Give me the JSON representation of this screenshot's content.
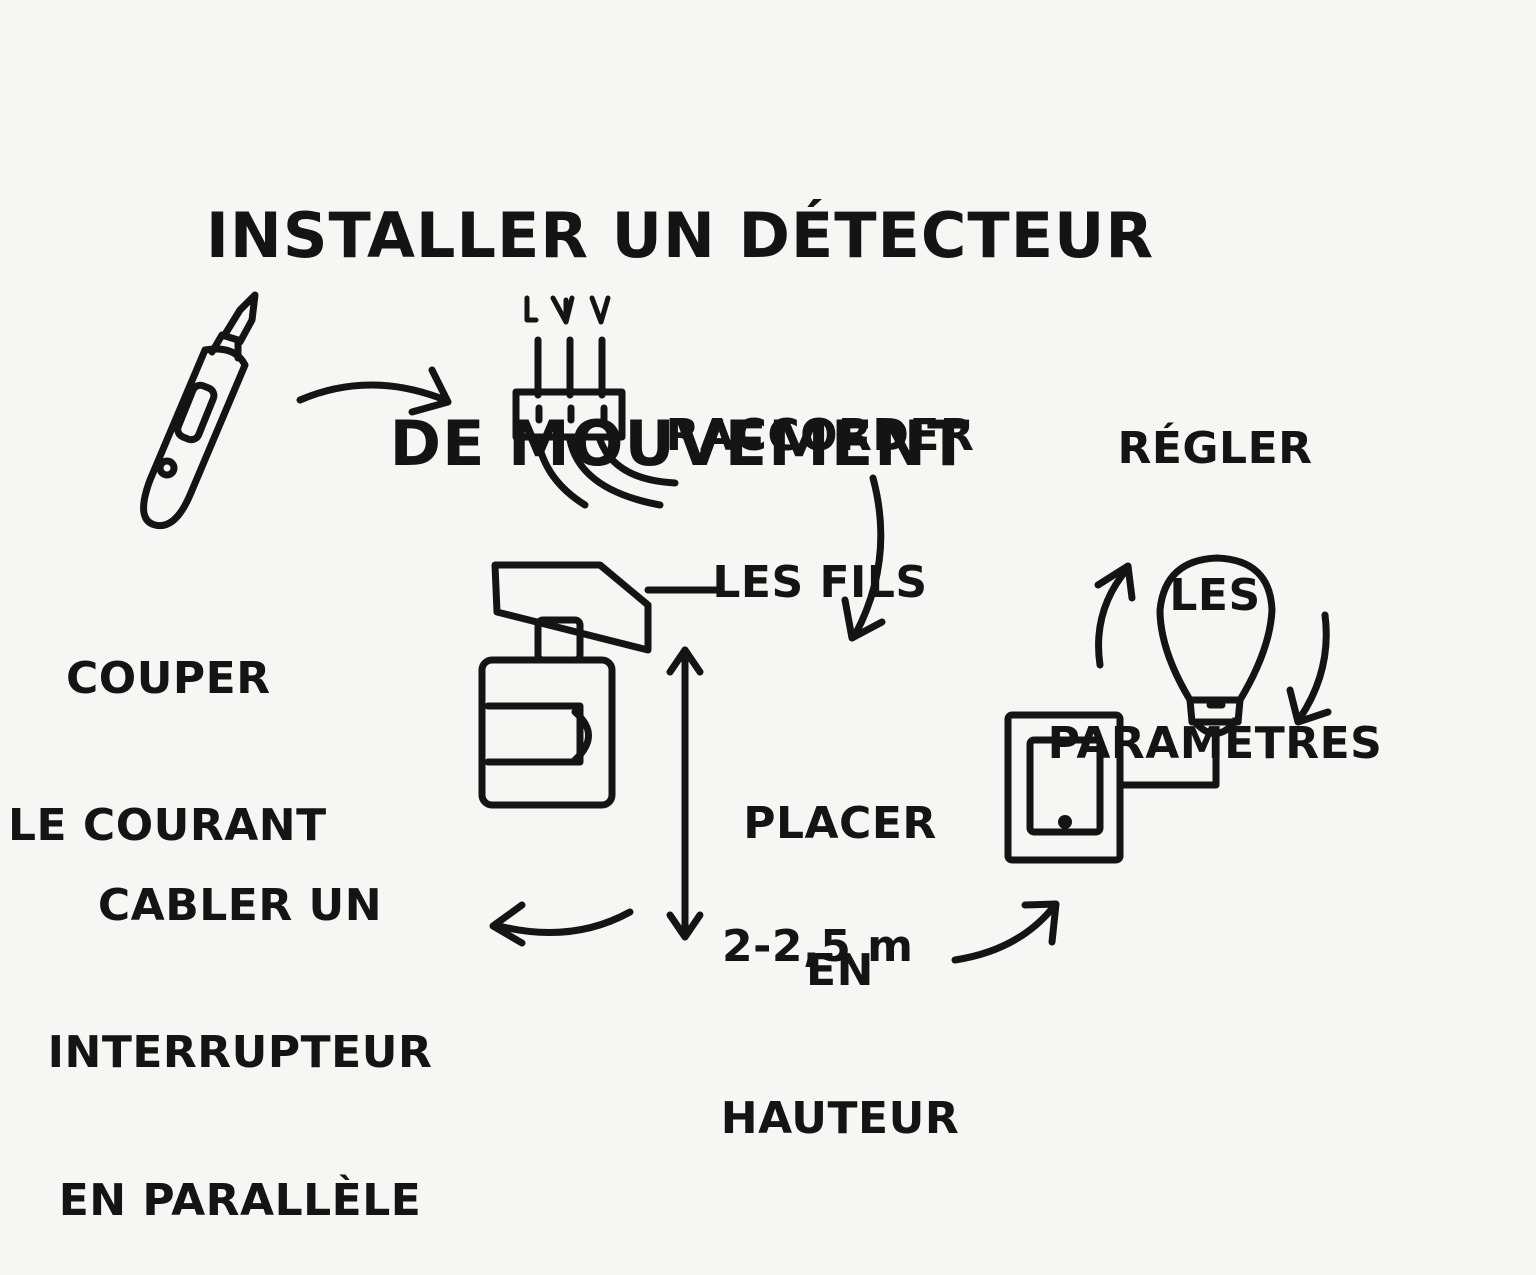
{
  "title": {
    "line1": "INSTALLER UN DÉTECTEUR",
    "line2": "DE MOUVEMENT"
  },
  "steps": [
    {
      "id": "couper",
      "line1": "COUPER",
      "line2": "LE COURANT",
      "icon": "voltage-tester-icon"
    },
    {
      "id": "raccorder",
      "line1": "RACCORDER",
      "line2": "LES FILS",
      "icon": "wire-terminal-icon",
      "wire_labels": [
        "L",
        "N",
        "N"
      ]
    },
    {
      "id": "regler",
      "line1": "RÉGLER",
      "line2": "LES",
      "line3": "PARAMÈTRES",
      "icon": "light-bulb-icon"
    },
    {
      "id": "placer",
      "line1": "PLACER",
      "line2": "EN",
      "line3": "HAUTEUR",
      "line4": "2-2,5 m",
      "icon": "motion-detector-icon"
    },
    {
      "id": "cabler",
      "line1": "CABLER UN",
      "line2": "INTERRUPTEUR",
      "line3": "EN PARALLÈLE",
      "icon": "wall-switch-icon"
    }
  ],
  "colors": {
    "ink": "#141414",
    "paper": "#f6f6f4"
  }
}
